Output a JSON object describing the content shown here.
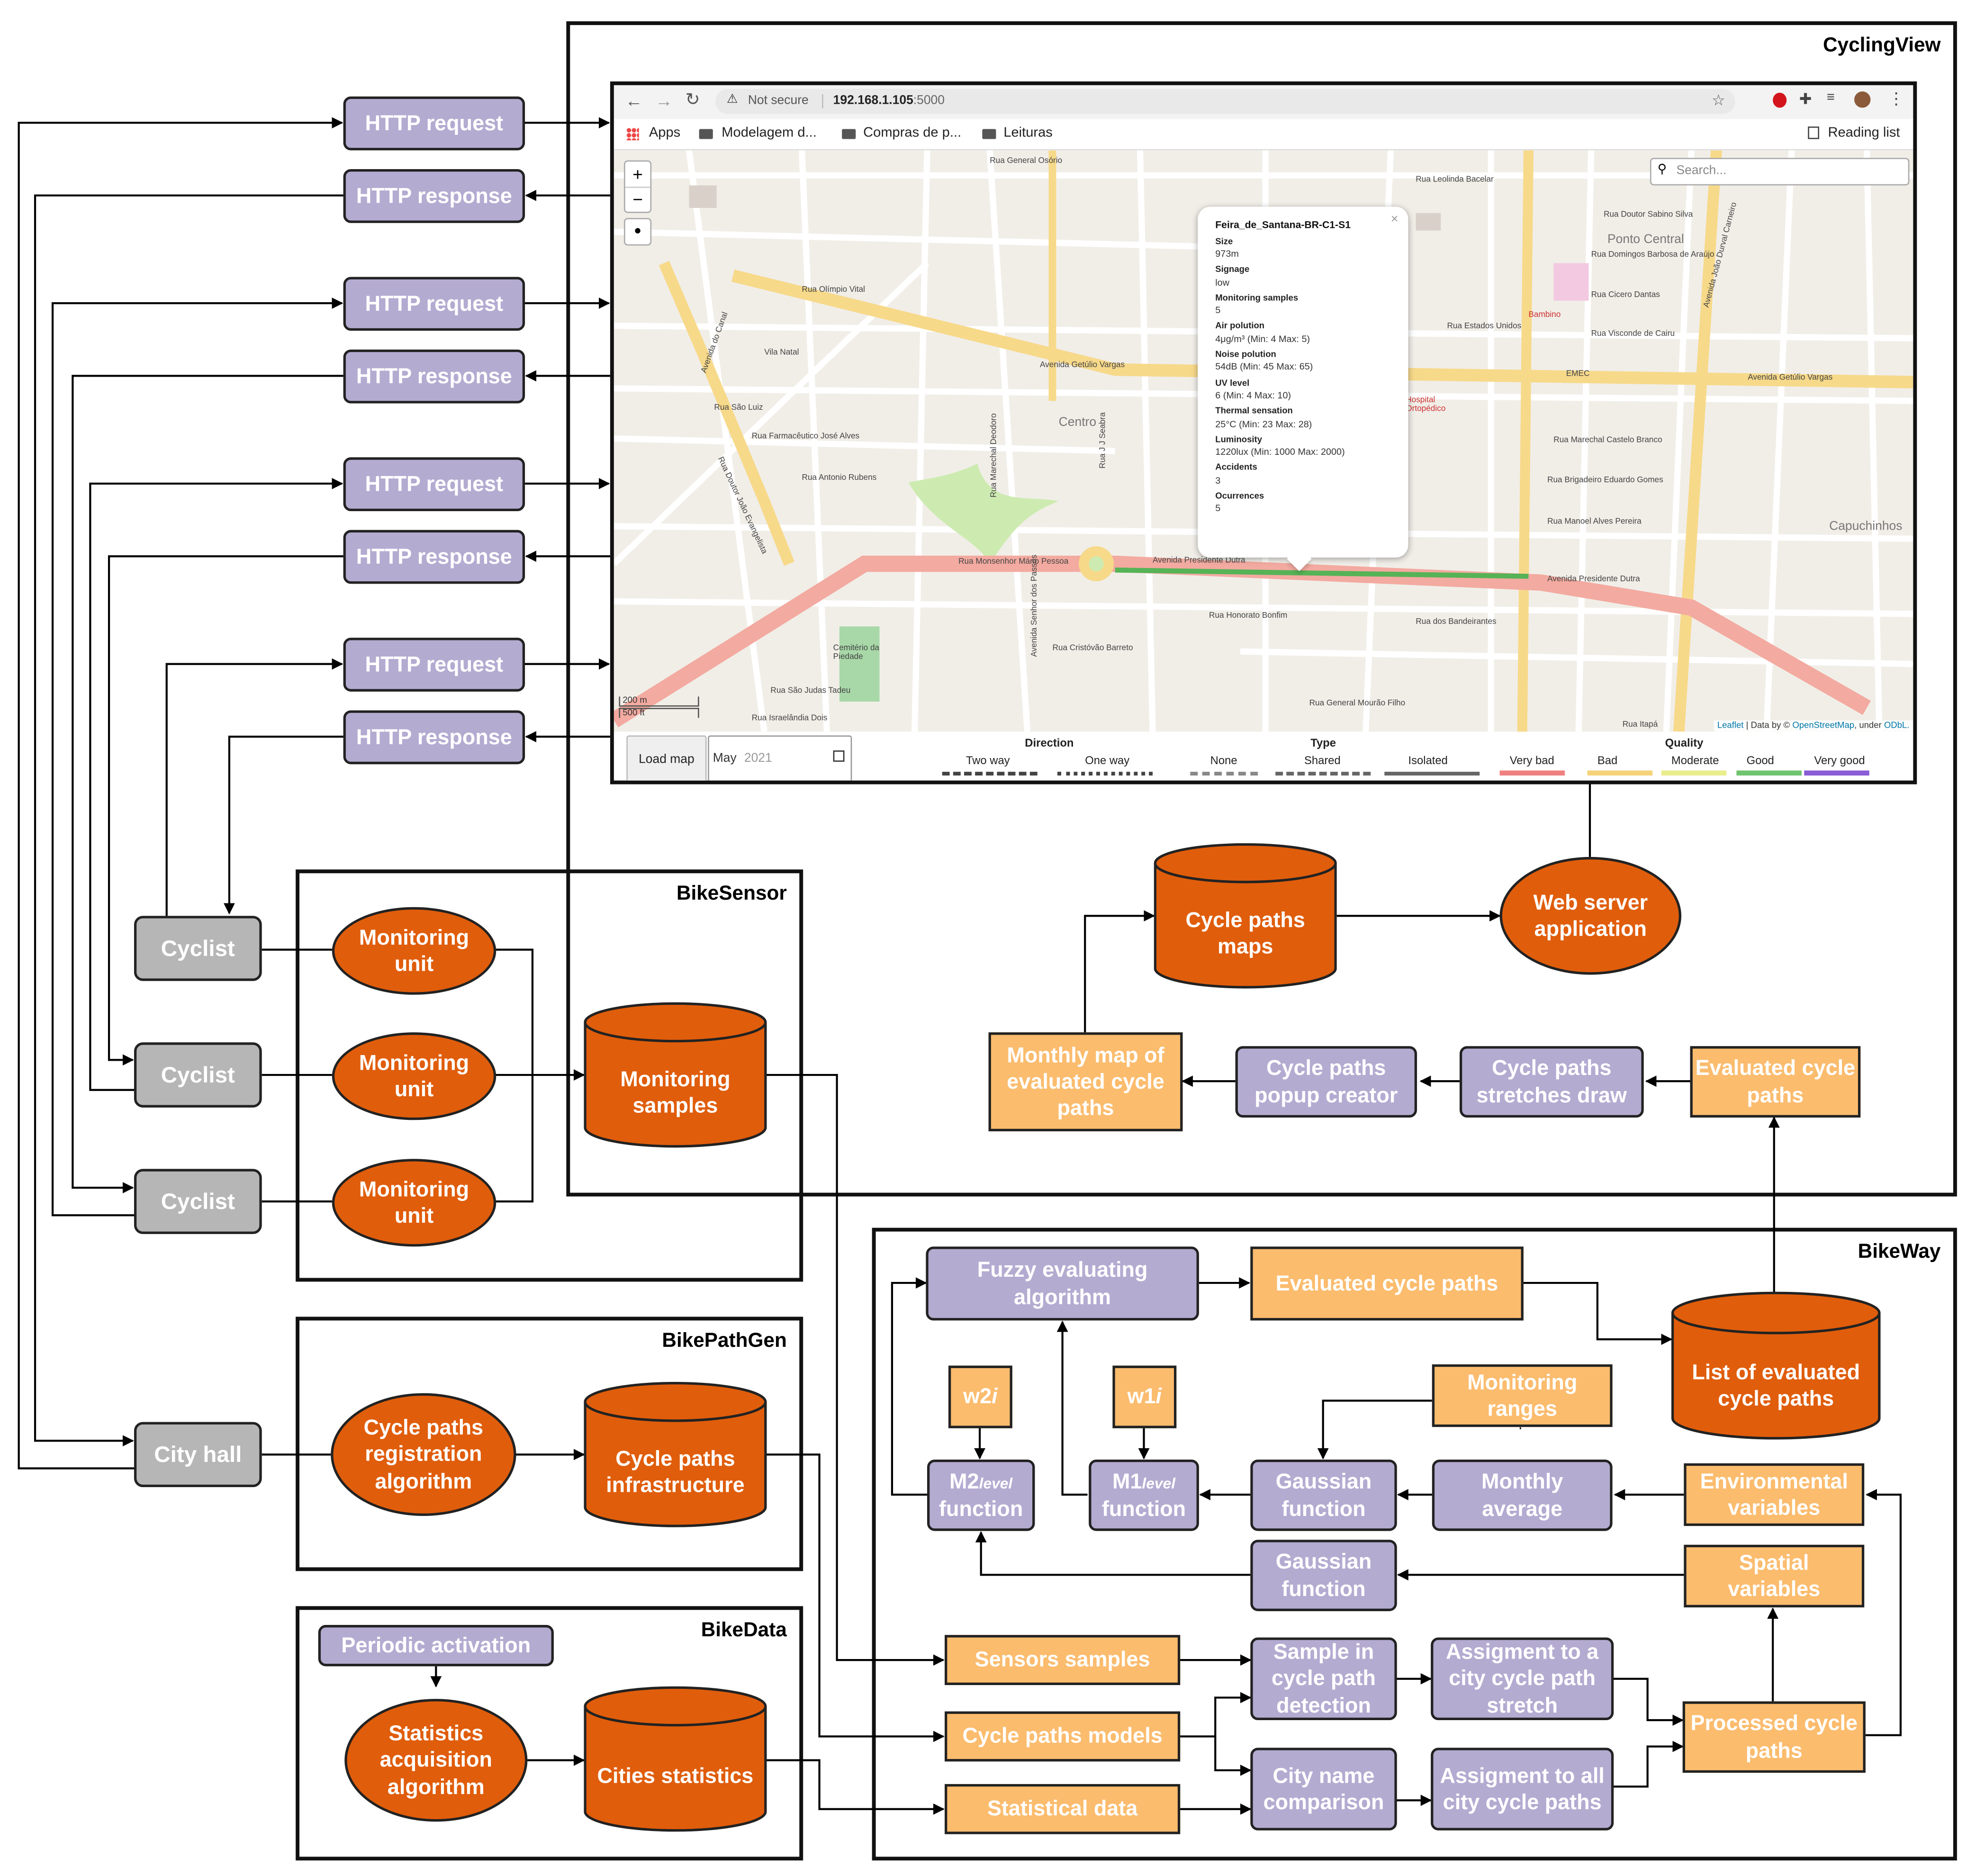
{
  "frames": {
    "cyclingview": "CyclingView",
    "bikesensor": "BikeSensor",
    "bikepathgen": "BikePathGen",
    "bikedata": "BikeData",
    "bikeway": "BikeWay"
  },
  "http": {
    "request": "HTTP request",
    "response": "HTTP response"
  },
  "actors": {
    "cyclist": "Cyclist",
    "city_hall": "City hall"
  },
  "bikesensor": {
    "monitoring_unit_line1": "Monitoring",
    "monitoring_unit_line2": "unit",
    "monitoring_samples_line1": "Monitoring",
    "monitoring_samples_line2": "samples"
  },
  "bikepathgen": {
    "algorithm_line1": "Cycle paths",
    "algorithm_line2": "registration",
    "algorithm_line3": "algorithm",
    "infra_line1": "Cycle paths",
    "infra_line2": "infrastructure"
  },
  "bikedata": {
    "periodic": "Periodic activation",
    "stats_line1": "Statistics",
    "stats_line2": "acquisition",
    "stats_line3": "algorithm",
    "cities_statistics": "Cities statistics"
  },
  "cyclingview": {
    "maps_line1": "Cycle paths",
    "maps_line2": "maps",
    "web_line1": "Web server",
    "web_line2": "application",
    "monthly_map_line1": "Monthly map of",
    "monthly_map_line2": "evaluated cycle",
    "monthly_map_line3": "paths",
    "popup_creator_line1": "Cycle paths",
    "popup_creator_line2": "popup creator",
    "stretches_line1": "Cycle paths",
    "stretches_line2": "stretches draw",
    "evaluated_line1": "Evaluated cycle",
    "evaluated_line2": "paths"
  },
  "bikeway": {
    "fuzzy_line1": "Fuzzy evaluating",
    "fuzzy_line2": "algorithm",
    "evaluated": "Evaluated cycle paths",
    "list_line1": "List of evaluated",
    "list_line2": "cycle paths",
    "w2": "w2",
    "w1": "w1",
    "w_i": "i",
    "monitoring_ranges_line1": "Monitoring",
    "monitoring_ranges_line2": "ranges",
    "m2": "M2",
    "m1": "M1",
    "level": "level",
    "function": "function",
    "gaussian_line1": "Gaussian",
    "gaussian_line2": "function",
    "monthly_avg_line1": "Monthly",
    "monthly_avg_line2": "average",
    "env_line1": "Environmental",
    "env_line2": "variables",
    "spatial_line1": "Spatial",
    "spatial_line2": "variables",
    "sensors_samples": "Sensors samples",
    "cycle_paths_models": "Cycle paths models",
    "statistical_data": "Statistical data",
    "sample_line1": "Sample in",
    "sample_line2": "cycle path",
    "sample_line3": "detection",
    "assign_stretch_line1": "Assigment to a",
    "assign_stretch_line2": "city cycle path",
    "assign_stretch_line3": "stretch",
    "city_name_line1": "City name",
    "city_name_line2": "comparison",
    "assign_all_line1": "Assigment to all",
    "assign_all_line2": "city cycle paths",
    "processed_line1": "Processed cycle",
    "processed_line2": "paths"
  },
  "browser": {
    "not_secure": "Not secure",
    "url_bold": "192.168.1.105",
    "url_port": ":5000",
    "bookmarks": [
      "Apps",
      "Modelagem d...",
      "Compras de p...",
      "Leituras"
    ],
    "reading_list": "Reading list",
    "search_placeholder": "Search...",
    "load_map": "Load map",
    "month": "May",
    "year": "2021",
    "scale_m": "200 m",
    "scale_ft": "500 ft",
    "attribution_leaflet": "Leaflet",
    "attribution_data": "| Data by ©",
    "attribution_osm": "OpenStreetMap",
    "attribution_under": ", under",
    "attribution_odbl": "ODbL."
  },
  "popup": {
    "title": "Feira_de_Santana-BR-C1-S1",
    "fields": [
      {
        "key": "Size",
        "value": "973m"
      },
      {
        "key": "Signage",
        "value": "low"
      },
      {
        "key": "Monitoring samples",
        "value": "5"
      },
      {
        "key": "Air polution",
        "value": "4μg/m³   (Min: 4   Max: 5)"
      },
      {
        "key": "Noise polution",
        "value": "54dB   (Min: 45   Max: 65)"
      },
      {
        "key": "UV level",
        "value": "6   (Min: 4   Max: 10)"
      },
      {
        "key": "Thermal sensation",
        "value": "25°C   (Min: 23   Max: 28)"
      },
      {
        "key": "Luminosity",
        "value": "1220lux   (Min: 1000   Max: 2000)"
      },
      {
        "key": "Accidents",
        "value": "3"
      },
      {
        "key": "Ocurrences",
        "value": "5"
      }
    ]
  },
  "legend": {
    "direction_title": "Direction",
    "direction": [
      "Two way",
      "One way"
    ],
    "type_title": "Type",
    "type": [
      "None",
      "Shared",
      "Isolated"
    ],
    "quality_title": "Quality",
    "quality": [
      {
        "label": "Very bad",
        "color": "#f08080"
      },
      {
        "label": "Bad",
        "color": "#f5d27a"
      },
      {
        "label": "Moderate",
        "color": "#e9ee8c"
      },
      {
        "label": "Good",
        "color": "#6fc46f"
      },
      {
        "label": "Very good",
        "color": "#8a5cd6"
      }
    ]
  },
  "map_labels": [
    "Rua Olímpio Vital",
    "Avenida Getúlio Vargas",
    "Avenida Presidente Dutra",
    "Rua Monsenhor Mário Pessoa",
    "Avenida do Canal",
    "Rua Doutor João Evangelista",
    "Centro",
    "Ponto Central",
    "Capuchinhos",
    "Cemitério da Piedade",
    "Hospital Ortopédico",
    "Bambino",
    "EMEC",
    "Rua Cristóvão Barreto",
    "Rua Honorato Bonfim",
    "Rua dos Bandeirantes",
    "Rua Marechal Castelo Branco",
    "Rua Brigadeiro Eduardo Gomes",
    "Rua Manoel Alves Pereira",
    "Rua Cicero Dantas",
    "Rua Estados Unidos",
    "Rua Visconde de Cairu",
    "Rua Leolinda Bacelar",
    "Avenida Senhor dos Passos",
    "Rua J J Seabra",
    "Avenida João Durval Carneiro",
    "Rua São Judas Tadeu",
    "Rua Israelândia Dois",
    "Rua Itapá",
    "Rua General Mourão Filho",
    "Rua Farmacêutico José Alves",
    "Rua São Luiz",
    "Vila Natal",
    "Rua Antonio Rubens",
    "Rua Marechal Deodoro",
    "Rua General Osório",
    "Rua Domingos Barbosa de Araújo",
    "Rua Doutor Sabino Silva"
  ],
  "colors": {
    "lavender": "#b4abd1",
    "light_orange": "#fbbc6e",
    "dark_orange": "#e05d0b",
    "gray": "#b6b6b6"
  }
}
